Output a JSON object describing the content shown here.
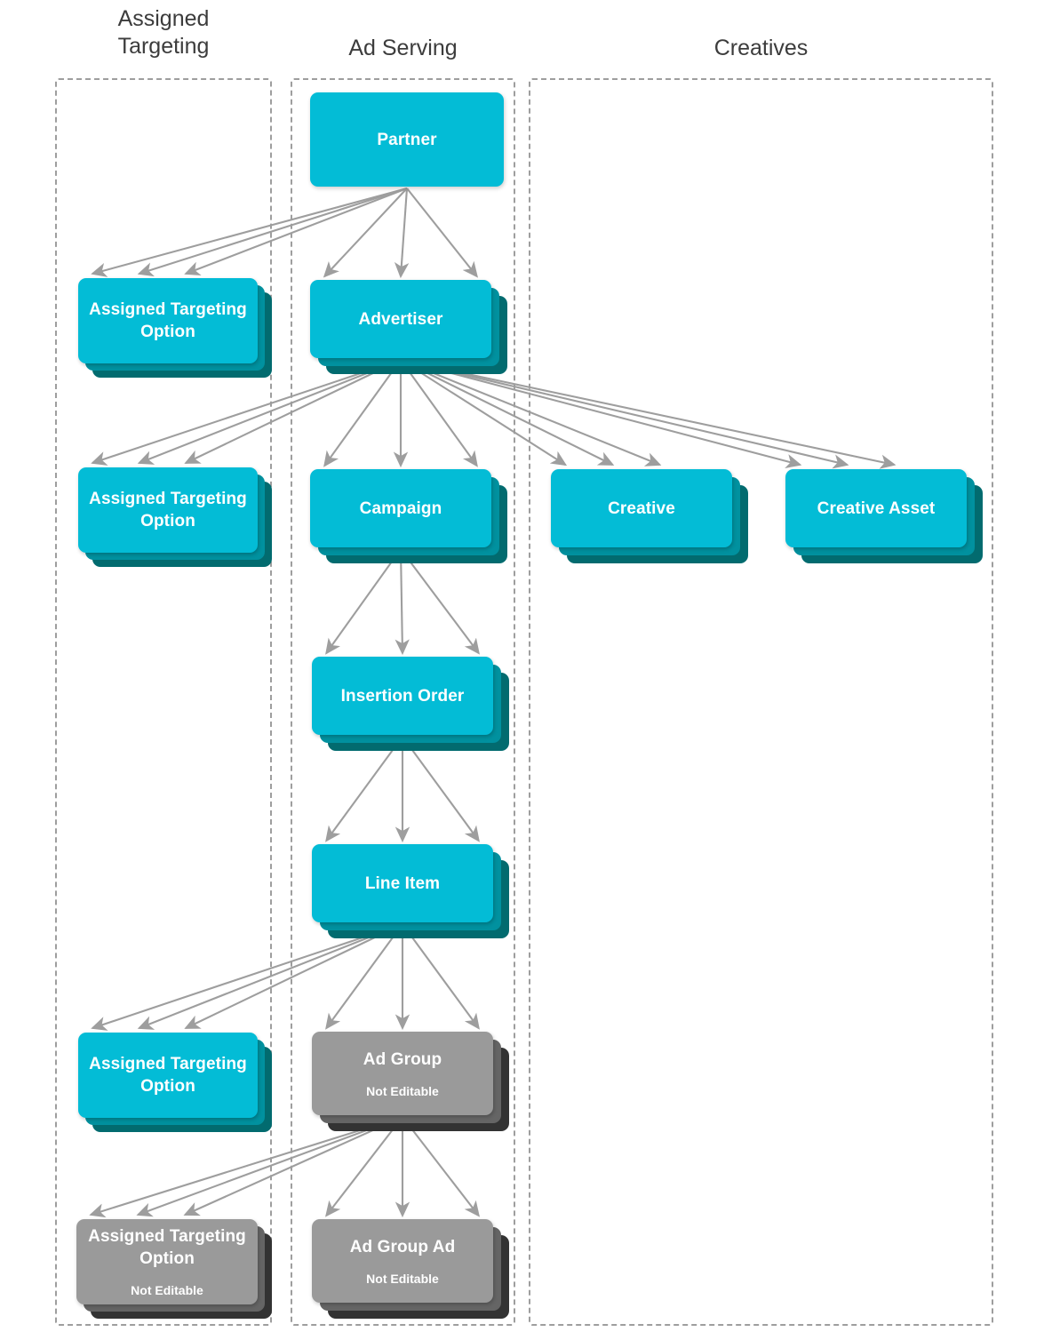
{
  "diagram": {
    "type": "hierarchy-diagram",
    "background": "#ffffff",
    "colors": {
      "teal_top": "#03bcd6",
      "teal_mid": "#01919f",
      "teal_back": "#026b6f",
      "grey_top": "#9a9a9a",
      "grey_mid": "#656565",
      "grey_back": "#333333",
      "edge": "#9e9e9e",
      "zone_border": "#9e9e9e",
      "header_text": "#3c3c3c",
      "node_text": "#ffffff"
    }
  },
  "columns": [
    {
      "id": "assigned-targeting",
      "label": "Assigned\nTargeting",
      "label_line1": "Assigned",
      "label_line2": "Targeting"
    },
    {
      "id": "ad-serving",
      "label": "Ad Serving"
    },
    {
      "id": "creatives",
      "label": "Creatives"
    }
  ],
  "nodes": [
    {
      "id": "partner",
      "title": "Partner",
      "subtitle": "",
      "column": "ad-serving",
      "style": "teal",
      "stacked": false
    },
    {
      "id": "ato-partner",
      "title": "Assigned Targeting Option",
      "subtitle": "",
      "column": "assigned-targeting",
      "style": "teal",
      "stacked": true
    },
    {
      "id": "advertiser",
      "title": "Advertiser",
      "subtitle": "",
      "column": "ad-serving",
      "style": "teal",
      "stacked": true
    },
    {
      "id": "ato-advertiser",
      "title": "Assigned Targeting Option",
      "subtitle": "",
      "column": "assigned-targeting",
      "style": "teal",
      "stacked": true
    },
    {
      "id": "campaign",
      "title": "Campaign",
      "subtitle": "",
      "column": "ad-serving",
      "style": "teal",
      "stacked": true
    },
    {
      "id": "creative",
      "title": "Creative",
      "subtitle": "",
      "column": "creatives",
      "style": "teal",
      "stacked": true
    },
    {
      "id": "creative-asset",
      "title": "Creative Asset",
      "subtitle": "",
      "column": "creatives",
      "style": "teal",
      "stacked": true
    },
    {
      "id": "insertion-order",
      "title": "Insertion Order",
      "subtitle": "",
      "column": "ad-serving",
      "style": "teal",
      "stacked": true
    },
    {
      "id": "line-item",
      "title": "Line Item",
      "subtitle": "",
      "column": "ad-serving",
      "style": "teal",
      "stacked": true
    },
    {
      "id": "ato-line-item",
      "title": "Assigned Targeting Option",
      "subtitle": "",
      "column": "assigned-targeting",
      "style": "teal",
      "stacked": true
    },
    {
      "id": "ad-group",
      "title": "Ad Group",
      "subtitle": "Not Editable",
      "column": "ad-serving",
      "style": "grey",
      "stacked": true
    },
    {
      "id": "ato-ad-group",
      "title": "Assigned Targeting Option",
      "subtitle": "Not Editable",
      "column": "assigned-targeting",
      "style": "grey",
      "stacked": true
    },
    {
      "id": "ad-group-ad",
      "title": "Ad Group Ad",
      "subtitle": "Not Editable",
      "column": "ad-serving",
      "style": "grey",
      "stacked": true
    }
  ],
  "edges": [
    {
      "from": "partner",
      "to": "ato-partner",
      "multiplicity": 3
    },
    {
      "from": "partner",
      "to": "advertiser",
      "multiplicity": 3
    },
    {
      "from": "advertiser",
      "to": "ato-advertiser",
      "multiplicity": 3
    },
    {
      "from": "advertiser",
      "to": "campaign",
      "multiplicity": 3
    },
    {
      "from": "advertiser",
      "to": "creative",
      "multiplicity": 3
    },
    {
      "from": "advertiser",
      "to": "creative-asset",
      "multiplicity": 3
    },
    {
      "from": "campaign",
      "to": "insertion-order",
      "multiplicity": 3
    },
    {
      "from": "insertion-order",
      "to": "line-item",
      "multiplicity": 3
    },
    {
      "from": "line-item",
      "to": "ato-line-item",
      "multiplicity": 3
    },
    {
      "from": "line-item",
      "to": "ad-group",
      "multiplicity": 3
    },
    {
      "from": "ad-group",
      "to": "ato-ad-group",
      "multiplicity": 3
    },
    {
      "from": "ad-group",
      "to": "ad-group-ad",
      "multiplicity": 3
    }
  ]
}
